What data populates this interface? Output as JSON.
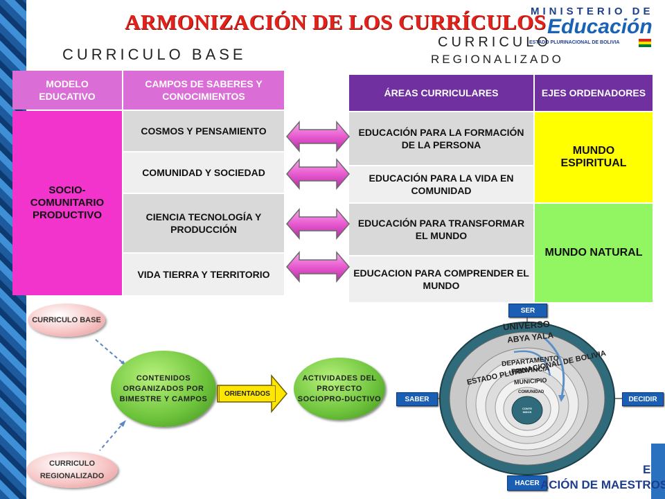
{
  "header": {
    "title": "ARMONIZACIÓN DE LOS CURRÍCULOS",
    "base_label": "CURRICULO BASE",
    "regional_label_1": "CURRICULO",
    "regional_label_2": "REGIONALIZADO"
  },
  "logo": {
    "line1": "MINISTERIO DE",
    "line2": "Educación",
    "line3": "ESTADO PLURINACIONAL DE BOLIVIA"
  },
  "base_table": {
    "headers": [
      "MODELO EDUCATIVO",
      "CAMPOS DE SABERES Y CONOCIMIENTOS"
    ],
    "model": "SOCIO-COMUNITARIO PRODUCTIVO",
    "fields": [
      "COSMOS Y PENSAMIENTO",
      "COMUNIDAD Y SOCIEDAD",
      "CIENCIA TECNOLOGÍA Y PRODUCCIÓN",
      "VIDA TIERRA Y TERRITORIO"
    ]
  },
  "regional_table": {
    "headers": [
      "ÁREAS CURRICULARES",
      "EJES ORDENADORES"
    ],
    "areas": [
      "EDUCACIÓN PARA LA FORMACIÓN DE LA PERSONA",
      "EDUCACIÓN PARA LA VIDA EN COMUNIDAD",
      "EDUCACIÓN PARA TRANSFORMAR EL MUNDO",
      "EDUCACION PARA COMPRENDER EL MUNDO"
    ],
    "axes": [
      "MUNDO ESPIRITUAL",
      "MUNDO NATURAL"
    ]
  },
  "flow": {
    "base": "CURRICULO BASE",
    "regional": "CURRICULO REGIONALIZADO",
    "contents": "CONTENIDOS ORGANIZADOS POR BIMESTRE Y CAMPOS",
    "orientados": "ORIENTADOS",
    "activities": "ACTIVIDADES DEL PROYECTO SOCIOPRO-DUCTIVO"
  },
  "circles": {
    "ser": "SER",
    "saber": "SABER",
    "decidir": "DECIDIR",
    "hacer": "HACER",
    "rings": [
      "UNIVERSO",
      "ABYA YALA",
      "ESTADO PLURINACIONAL DE BOLIVIA",
      "DEPARTAMENTO",
      "PROVINCIA",
      "MUNICIPIO",
      "COMUNIDAD",
      "CONTE NIDOS"
    ]
  },
  "footer": {
    "text": "ACIÓN DE MAESTROS",
    "e": "E"
  },
  "colors": {
    "title_red": "#e3231b",
    "pink_header": "#db6ed6",
    "purple_header": "#7030a0",
    "model_pink": "#f233cc",
    "spiritual_yellow": "#ffff00",
    "natural_green": "#92f562",
    "arrow_pink": "#e85ad0"
  }
}
